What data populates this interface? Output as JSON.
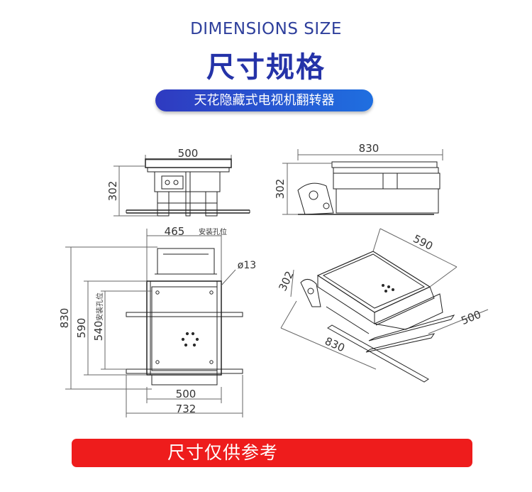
{
  "header": {
    "english_title": "DIMENSIONS SIZE",
    "chinese_title": "尺寸规格",
    "subtitle": "天花隐藏式电视机翻转器"
  },
  "front_view": {
    "width": "500",
    "height": "302"
  },
  "side_view": {
    "length": "830",
    "height": "302"
  },
  "top_view": {
    "mount_width": "465",
    "mount_label": "安装孔位",
    "hole": "ø13",
    "length": "830",
    "inner_length": "590",
    "mount_length": "540",
    "mount_length_label": "安装孔位",
    "bottom_width": "500",
    "overall_width": "732"
  },
  "iso_view": {
    "top": "590",
    "height": "302",
    "right": "500",
    "bottom": "830"
  },
  "footer": {
    "notice": "尺寸仅供参考"
  },
  "colors": {
    "title_blue": "#2533a8",
    "pill_start": "#2f3ac0",
    "pill_end": "#1f6fe0",
    "footer_red": "#ee1c1c"
  }
}
